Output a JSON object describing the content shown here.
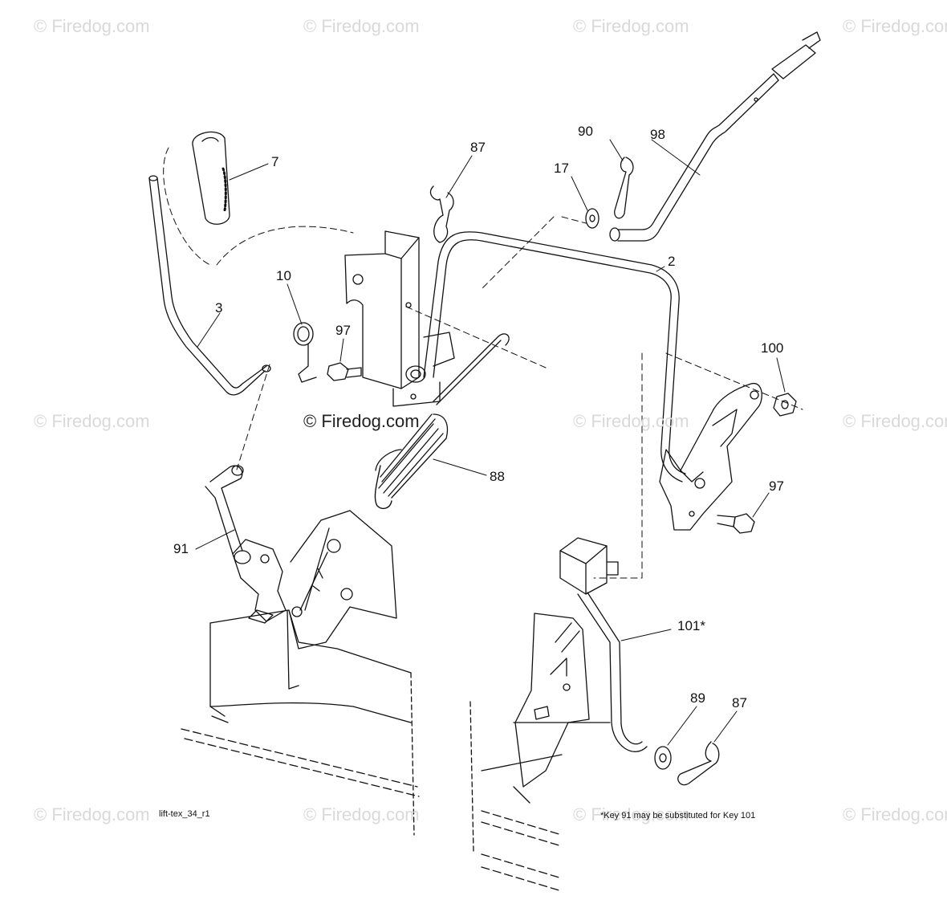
{
  "watermarks": {
    "text": "© Firedog.com",
    "center_text": "© Firedog.com"
  },
  "callouts": {
    "c7": "7",
    "c87_top": "87",
    "c90": "90",
    "c98": "98",
    "c17": "17",
    "c10": "10",
    "c3": "3",
    "c97_left": "97",
    "c2": "2",
    "c100": "100",
    "c88": "88",
    "c97_right": "97",
    "c91": "91",
    "c101": "101*",
    "c89": "89",
    "c87_bottom": "87"
  },
  "footer": {
    "drawing_id": "lift-tex_34_r1",
    "note": "*Key 91 may be substituted for Key 101"
  }
}
